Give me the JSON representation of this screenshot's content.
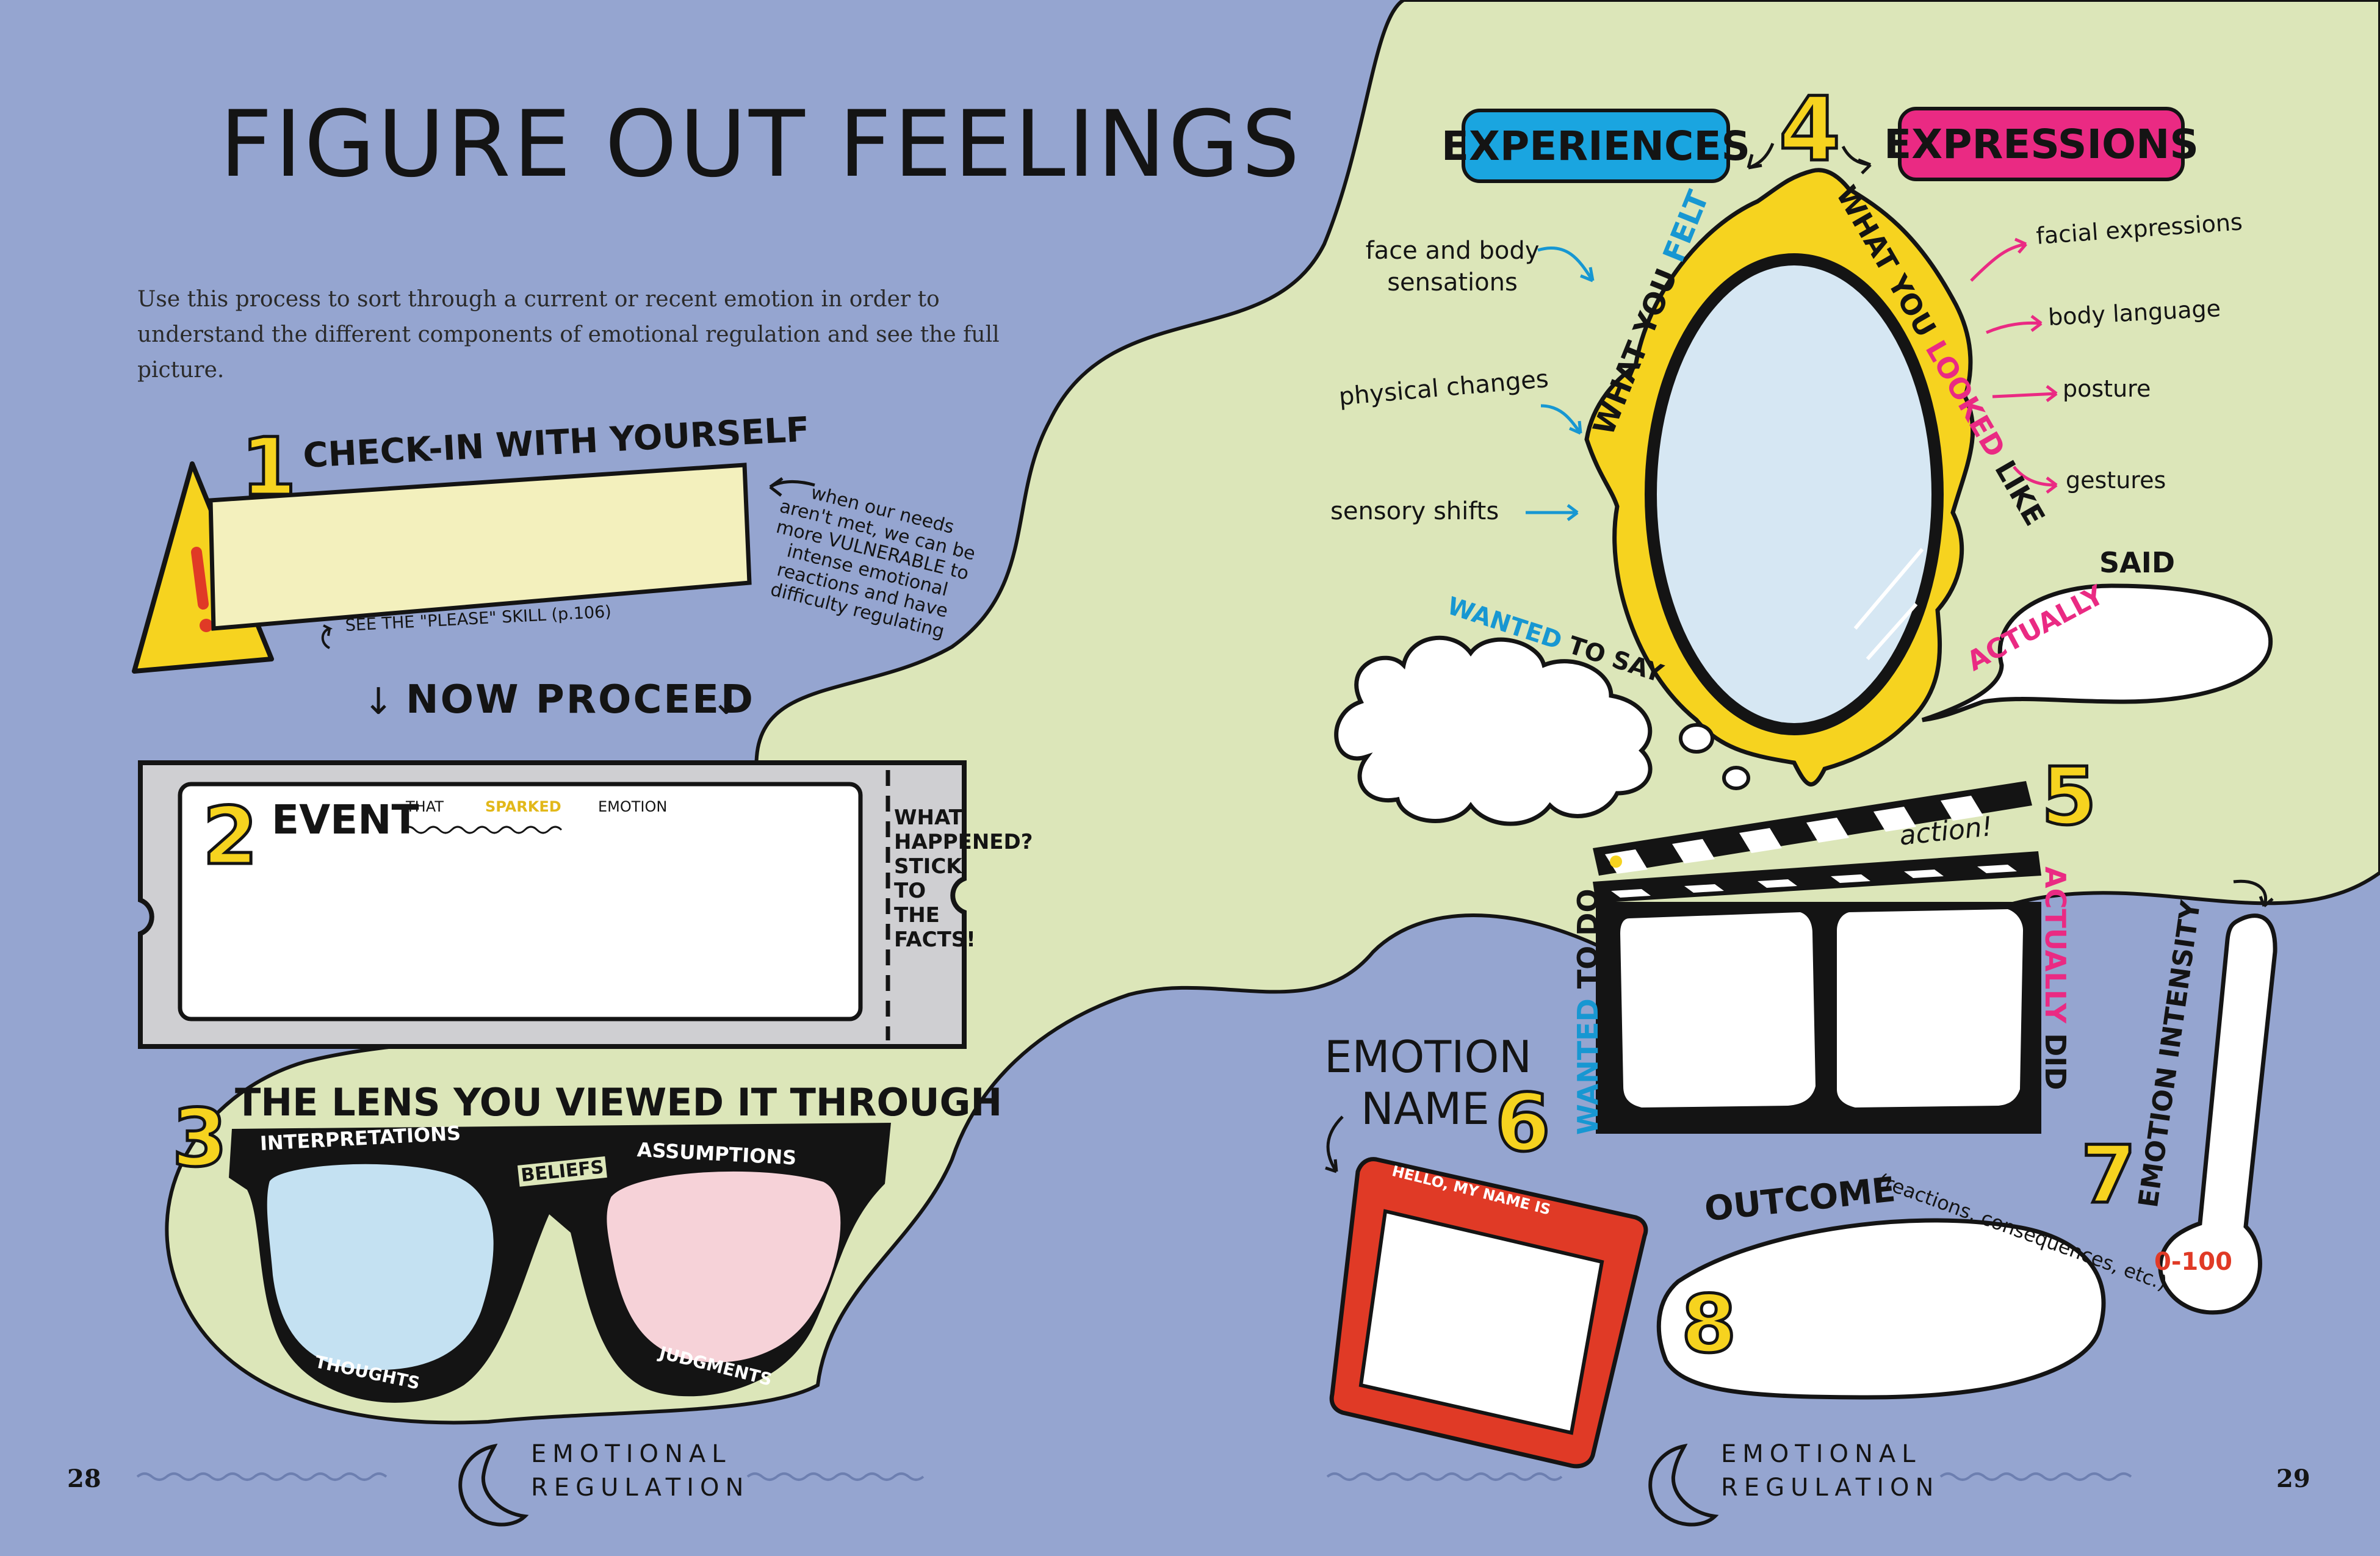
{
  "page_title": "FIGURE OUT FEELINGS",
  "intro": "Use this process to sort through a current or recent emotion in order to understand the different components of emotional regulation and see the full picture.",
  "step1": {
    "number": "1",
    "title": "CHECK-IN WITH YOURSELF",
    "note": "when our needs aren't met, we can be more VULNERABLE to intense emotional reactions and have difficulty regulating",
    "see_also": "SEE THE \"PLEASE\" SKILL (p.106)"
  },
  "proceed": "NOW PROCEED",
  "step2": {
    "number": "2",
    "title": "EVENT",
    "subtitle_pre": "THAT",
    "subtitle_hl": "SPARKED",
    "subtitle_post": "EMOTION",
    "stub": "WHAT HAPPENED? STICK TO THE FACTS!"
  },
  "step3": {
    "number": "3",
    "title": "THE LENS YOU VIEWED IT THROUGH",
    "labels": {
      "interpretations": "INTERPRETATIONS",
      "beliefs": "BELIEFS",
      "assumptions": "ASSUMPTIONS",
      "thoughts": "THOUGHTS",
      "judgments": "JUDGMENTS"
    }
  },
  "step4": {
    "number": "4",
    "experiences": "EXPERIENCES",
    "expressions": "EXPRESSIONS",
    "felt_pre": "WHAT YOU",
    "felt_hl": "FELT",
    "looked_pre": "WHAT YOU",
    "looked_hl": "LOOKED",
    "looked_post": "LIKE",
    "left_items": [
      "face and body sensations",
      "physical changes",
      "sensory shifts"
    ],
    "right_items": [
      "facial expressions",
      "body language",
      "posture",
      "gestures"
    ],
    "wanted_hl": "WANTED",
    "wanted_post": "TO SAY",
    "actually_hl": "ACTUALLY",
    "actually_post": "SAID"
  },
  "step5": {
    "number": "5",
    "action": "action!",
    "wanted_hl": "WANTED",
    "wanted_post": "TO DO",
    "actually_hl": "ACTUALLY",
    "actually_post": "DID"
  },
  "step6": {
    "number": "6",
    "title_line1": "EMOTION",
    "title_line2": "NAME",
    "tag": "HELLO, MY NAME IS"
  },
  "step7": {
    "number": "7",
    "title": "EMOTION INTENSITY",
    "scale": "0-100"
  },
  "step8": {
    "number": "8",
    "title": "OUTCOME",
    "subtitle": "(reactions, consequences, etc.)"
  },
  "footer": {
    "left_page": "28",
    "right_page": "29",
    "section_line1": "EMOTIONAL",
    "section_line2": "REGULATION"
  },
  "colors": {
    "background": "#95a5d0",
    "blob": "#dce6b9",
    "accent_yellow": "#f6d31f",
    "accent_blue": "#1797d2",
    "accent_pink": "#ea2a83",
    "tag_red": "#e03a26"
  }
}
